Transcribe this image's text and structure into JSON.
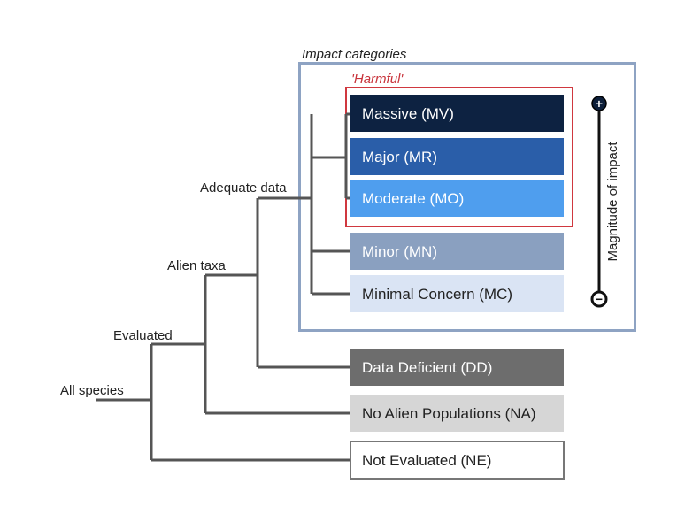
{
  "labels": {
    "impact_categories": "Impact categories",
    "harmful": "'Harmful'",
    "adequate_data": "Adequate data",
    "alien_taxa": "Alien taxa",
    "evaluated": "Evaluated",
    "all_species": "All species",
    "magnitude": "Magnitude of impact",
    "plus": "+",
    "minus": "−"
  },
  "categories": [
    {
      "key": "mv",
      "label": "Massive (MV)",
      "fill": "#0d2241",
      "text": "#ffffff"
    },
    {
      "key": "mr",
      "label": "Major (MR)",
      "fill": "#2a5ea9",
      "text": "#ffffff"
    },
    {
      "key": "mo",
      "label": "Moderate (MO)",
      "fill": "#4f9eee",
      "text": "#ffffff"
    },
    {
      "key": "mn",
      "label": "Minor (MN)",
      "fill": "#8aa0c0",
      "text": "#ffffff"
    },
    {
      "key": "mc",
      "label": "Minimal Concern (MC)",
      "fill": "#dae4f4",
      "text": "#222222"
    },
    {
      "key": "dd",
      "label": "Data Deficient (DD)",
      "fill": "#6d6d6d",
      "text": "#ffffff"
    },
    {
      "key": "na",
      "label": "No Alien Populations (NA)",
      "fill": "#d6d6d6",
      "text": "#222222"
    },
    {
      "key": "ne",
      "label": "Not Evaluated (NE)",
      "fill": "#ffffff",
      "text": "#222222"
    }
  ],
  "colors": {
    "tree_line": "#555555",
    "impact_frame": "#8ea3c3",
    "harmful_frame": "#d0383f",
    "harmful_text": "#c8323a",
    "axis": "#111111"
  }
}
